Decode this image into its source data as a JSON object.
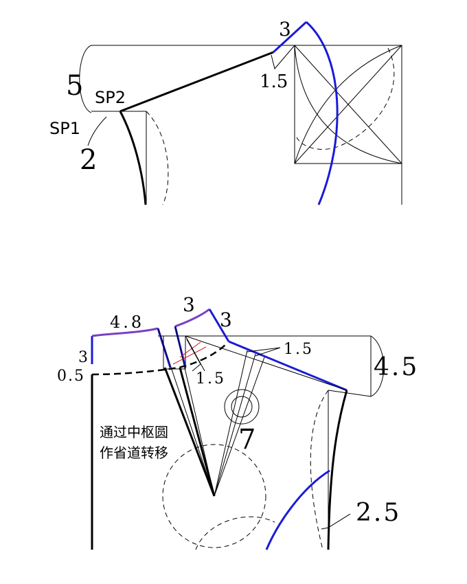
{
  "top_diagram": {
    "labels": {
      "shoulder_drop": "5",
      "sp2": "SP2",
      "sp1": "SP1",
      "sp_gap": "2",
      "neck_width": "3",
      "neck_depth": "1.5"
    }
  },
  "bottom_diagram": {
    "labels": {
      "neck_width_48": "4.8",
      "neck_arc_3": "3",
      "neck_right_3": "3",
      "left_3": "3",
      "left_05": "0.5",
      "dart_15_upper": "1.5",
      "dart_15_lower": "1.5",
      "shoulder_45": "4.5",
      "dart_7": "7",
      "armhole_25": "2.5"
    },
    "note_line1": "通过中枢圆",
    "note_line2": "作省道转移"
  }
}
